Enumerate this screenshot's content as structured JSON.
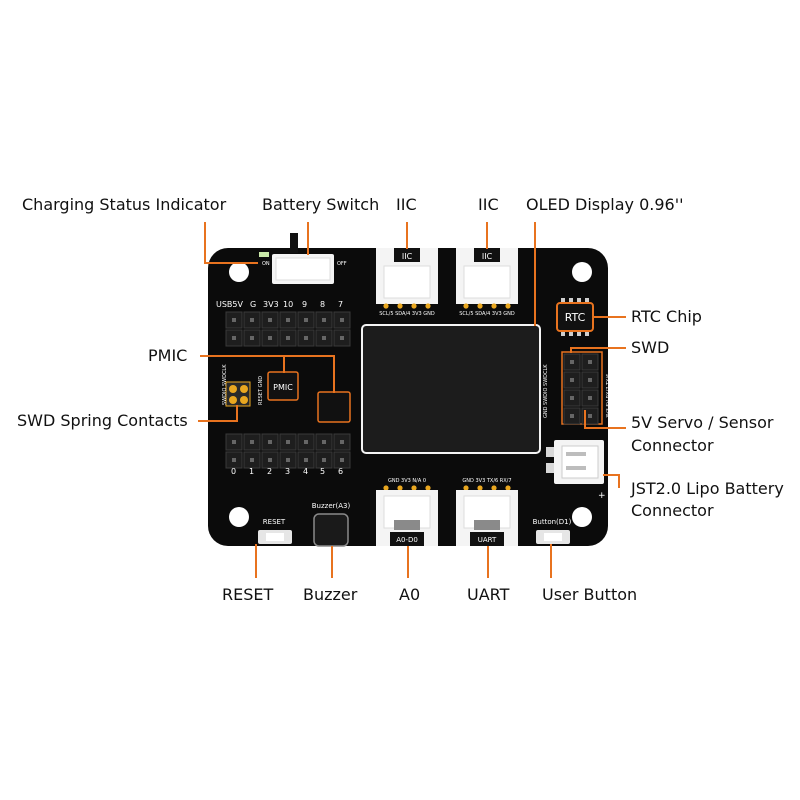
{
  "callouts": {
    "charging_status_indicator": "Charging Status Indicator",
    "battery_switch": "Battery Switch",
    "iic_left": "IIC",
    "iic_right": "IIC",
    "oled_display": "OLED Display 0.96''",
    "pmic": "PMIC",
    "swd_spring_contacts": "SWD Spring Contacts",
    "rtc_chip": "RTC Chip",
    "swd": "SWD",
    "servo_sensor_line1": "5V Servo / Sensor",
    "servo_sensor_line2": "Connector",
    "jst_line1": "JST2.0 Lipo Battery",
    "jst_line2": "Connector",
    "reset": "RESET",
    "buzzer": "Buzzer",
    "a0": "A0",
    "uart": "UART",
    "user_button": "User Button"
  },
  "board": {
    "led_label": "ON",
    "switch_off_label": "OFF",
    "top_header_labels": [
      "USB5V",
      "G",
      "3V3",
      "10",
      "9",
      "8",
      "7"
    ],
    "bottom_header_labels": [
      "0",
      "1",
      "2",
      "3",
      "4",
      "5",
      "6"
    ],
    "iic_left_label": "IIC",
    "iic_left_pins": "SCL/5 SDA/4 3V3 GND",
    "iic_right_label": "IIC",
    "iic_right_pins": "SCL/5 SDA/4 3V3 GND",
    "rtc_label": "RTC",
    "pmic_label": "PMIC",
    "swd_pads_left": "SWDIO SWDCLK",
    "swd_pads_right": "RESET GND",
    "swd_header_left": "GND SWDIO SWDCLK",
    "swd_header_right": "3V3 5V RX/7 TX/6",
    "a0_pins": "GND 3V3 N/A 0",
    "a0_label": "A0-D0",
    "uart_pins": "GND 3V3 TX/6 RX/7",
    "uart_label": "UART",
    "reset_label": "RESET",
    "buzzer_label": "Buzzer(A3)",
    "user_button_label": "Button(D1)",
    "plus_label": "+"
  },
  "colors": {
    "board": "#0b0b0b",
    "leader": "#e8731f",
    "pad": "#e9a720",
    "connector": "#f4f4f4",
    "oled": "#232323",
    "silk": "#ffffff"
  }
}
